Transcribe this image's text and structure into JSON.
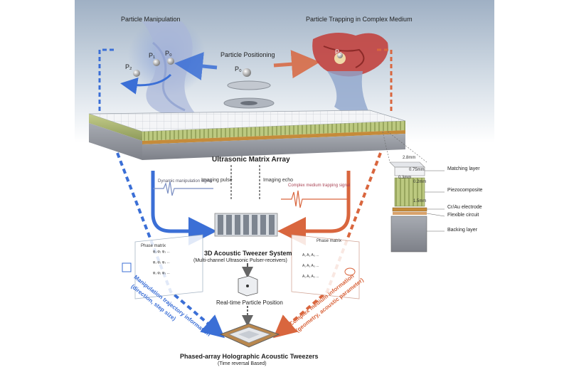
{
  "labels": {
    "particle_manipulation": "Particle Manipulation",
    "particle_trapping": "Particle Trapping in Complex Medium",
    "particle_positioning": "Particle Positioning",
    "p0": "P₀",
    "p1": "P₁",
    "p2": "P₂",
    "p0_right": "P₀",
    "ultrasonic_array": "Ultrasonic Matrix Array",
    "imaging_pulse": "Imaging pulse",
    "imaging_echo": "Imaging echo",
    "dynamic_signal": "Dynamic manipulation signal",
    "complex_signal": "Complex medium trapping signal",
    "system_title": "3D Acoustic Tweezer System",
    "system_subtitle": "(Multi-channel Ultrasonic Pulser-receivers)",
    "realtime_position": "Real-time Particle Position",
    "left_info_1": "Manipulation trajectory information",
    "left_info_2": "(direction, step size)",
    "right_info_1": "Complex medium information",
    "right_info_2": "(geometry, acoustic parameter)",
    "bottom_title": "Phased-array Holographic Acoustic Tweezers",
    "bottom_subtitle": "(Time reversal Based)",
    "phase_matrix": "Phase matrix"
  },
  "layers": {
    "matching": "Matching layer",
    "piezo": "Piezocomposite",
    "electrode": "Cr/Au electrode",
    "flexible": "Flexible circuit",
    "backing": "Backing layer"
  },
  "dimensions": {
    "d1": "2.8mm",
    "d2": "0.75mm",
    "d3": "0.3mm",
    "d4": "0.2mm",
    "d5": "1.5mm"
  },
  "colors": {
    "blue": "#3b6fd6",
    "orange": "#d9663e",
    "piezo_green": "#b9c87a",
    "grid_top": "#f2f3f5"
  }
}
